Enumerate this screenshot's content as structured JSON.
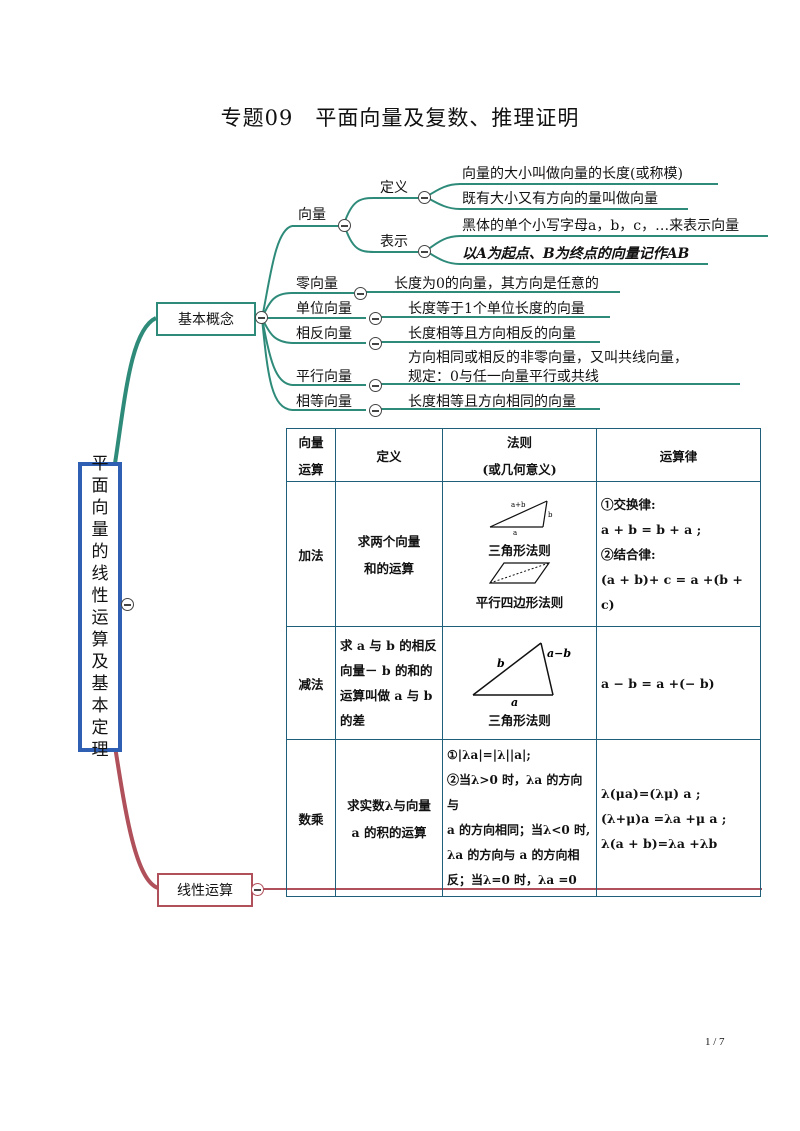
{
  "title": "专题09　平面向量及复数、推理证明",
  "root_label": [
    "平",
    "面",
    "向",
    "量",
    "的",
    "线",
    "性",
    "运",
    "算",
    "及",
    "基",
    "本",
    "定",
    "理"
  ],
  "branches": {
    "basic": "基本概念",
    "linear": "线性运算"
  },
  "vector": {
    "label": "向量",
    "definition_label": "定义",
    "definition_items": [
      "向量的大小叫做向量的长度(或称模)",
      "既有大小又有方向的量叫做向量"
    ],
    "representation_label": "表示",
    "representation_items": [
      "黑体的单个小写字母a，b，c，…来表示向量",
      "以A为起点、B为终点的向量记作AB"
    ]
  },
  "concepts": [
    {
      "name": "零向量",
      "desc": "长度为0的向量，其方向是任意的"
    },
    {
      "name": "单位向量",
      "desc": "长度等于1个单位长度的向量"
    },
    {
      "name": "相反向量",
      "desc": "长度相等且方向相反的向量"
    },
    {
      "name": "平行向量",
      "desc": "方向相同或相反的非零向量，又叫共线向量，",
      "desc2": "规定：0与任一向量平行或共线"
    },
    {
      "name": "相等向量",
      "desc": "长度相等且方向相同的向量"
    }
  ],
  "table": {
    "headers": [
      "向量\n运算",
      "定义",
      "法则\n(或几何意义)",
      "运算律"
    ],
    "h0a": "向量",
    "h0b": "运算",
    "h2a": "法则",
    "h2b": "(或几何意义)",
    "rows": [
      {
        "op": "加法",
        "def1": "求两个向量",
        "def2": "和的运算",
        "rule1": "三角形法则",
        "rule2": "平行四边形法则",
        "tri_labels": [
          "a+b",
          "b",
          "a"
        ],
        "laws": [
          "①交换律:",
          "a + b = b + a ;",
          "②结合律:",
          "(a + b)+ c = a +(b + c)"
        ]
      },
      {
        "op": "减法",
        "defs": [
          "求 a 与 b 的相反",
          "向量－ b 的和的",
          "运算叫做 a 与 b",
          "的差"
        ],
        "rule": "三角形法则",
        "tri_labels": [
          "a−b",
          "b",
          "a"
        ],
        "law": "a − b = a +(− b)"
      },
      {
        "op": "数乘",
        "def1": "求实数λ与向量",
        "def2": "a 的积的运算",
        "rules": [
          "①|λa|=|λ||a|;",
          "②当λ>0 时，λa 的方向与",
          "a 的方向相同；当λ<0 时,",
          "λa 的方向与 a 的方向相",
          "反；当λ=0 时，λa =0"
        ],
        "laws": [
          "λ(μa)=(λμ) a ;",
          "(λ+μ)a =λa +μ a ;",
          "λ(a + b)=λa +λb"
        ]
      }
    ]
  },
  "page_number": "1 / 7",
  "colors": {
    "teal": "#2e8b7a",
    "red": "#b0505a",
    "root_border": "#2f5fb3",
    "table_border": "#1f5f7a"
  }
}
